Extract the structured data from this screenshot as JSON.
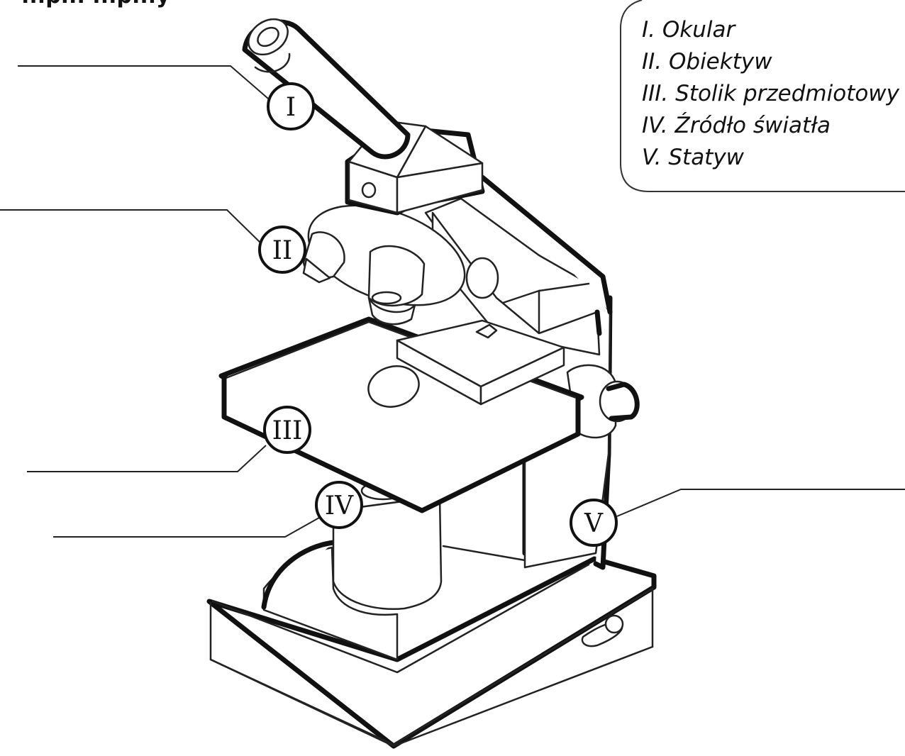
{
  "header": {
    "title_fragment": "...p... ...p...y"
  },
  "legend": {
    "items": [
      {
        "id": "I",
        "text": "I. Okular"
      },
      {
        "id": "II",
        "text": "II. Obiektyw"
      },
      {
        "id": "III",
        "text": "III. Stolik przedmiotowy"
      },
      {
        "id": "IV",
        "text": "IV. Źródło światła"
      },
      {
        "id": "V",
        "text": "V. Statyw"
      }
    ]
  },
  "markers": [
    {
      "id": "I",
      "label": "I"
    },
    {
      "id": "II",
      "label": "II"
    },
    {
      "id": "III",
      "label": "III"
    },
    {
      "id": "IV",
      "label": "IV"
    },
    {
      "id": "V",
      "label": "V"
    }
  ],
  "colors": {
    "ink": "#111111",
    "paper": "#ffffff"
  }
}
